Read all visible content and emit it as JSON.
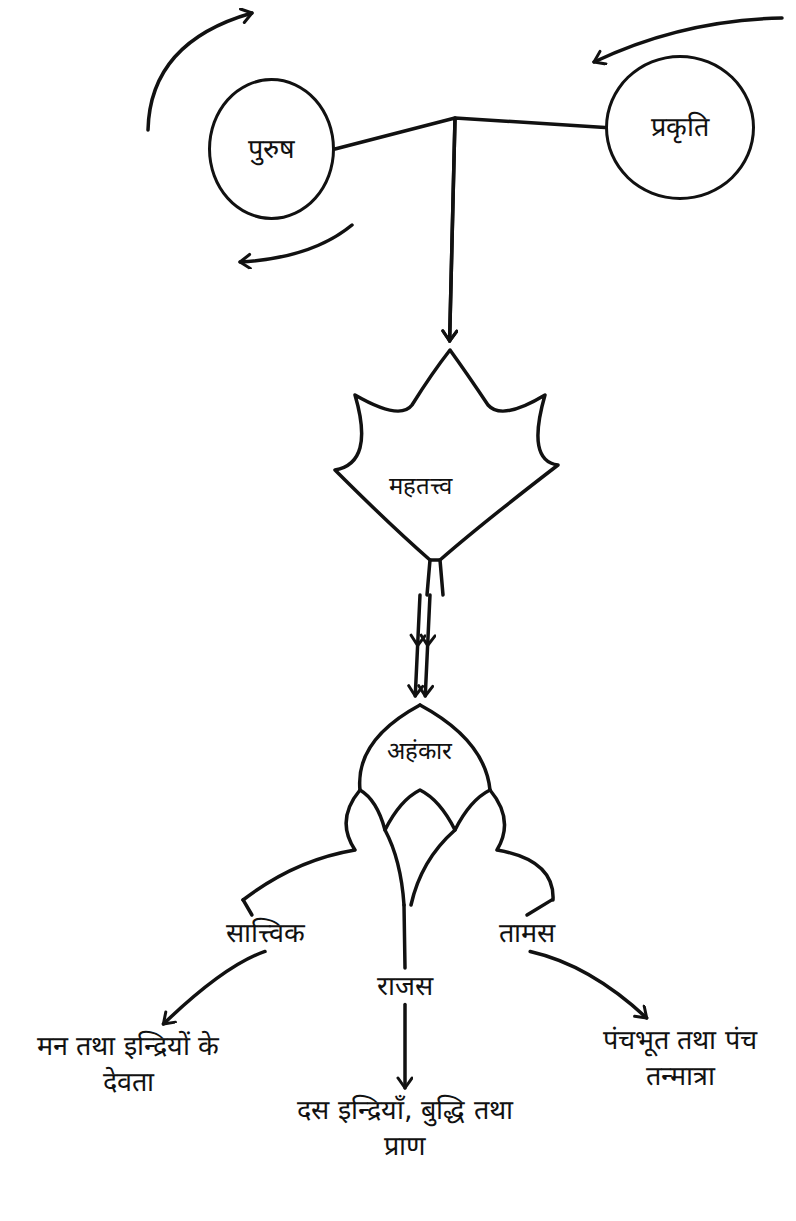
{
  "diagram": {
    "nodes": [
      {
        "text": [
          "पुरुष"
        ]
      },
      {
        "text": [
          "प्रकृति"
        ]
      },
      {
        "text": [
          "महतत्त्व"
        ]
      },
      {
        "text": [
          "अहंकार"
        ]
      },
      {
        "text": [
          "सात्त्विक"
        ]
      },
      {
        "text": [
          "राजस"
        ]
      },
      {
        "text": [
          "तामस"
        ]
      },
      {
        "text": [
          "मन तथा इन्द्रियों के देवता"
        ]
      },
      {
        "text": [
          "दस इन्द्रियाँ, बुद्धि तथा प्राण"
        ]
      },
      {
        "text": [
          "पंचभूत तथा पंच तन्मात्रा"
        ]
      }
    ],
    "edges": [
      {
        "from": 0,
        "to": 2,
        "arrow": "to"
      },
      {
        "from": 1,
        "to": 2,
        "arrow": "to"
      },
      {
        "from": 2,
        "to": 3,
        "arrow": "to"
      },
      {
        "from": 3,
        "to": 4,
        "arrow": "none"
      },
      {
        "from": 3,
        "to": 5,
        "arrow": "none"
      },
      {
        "from": 3,
        "to": 6,
        "arrow": "none"
      },
      {
        "from": 4,
        "to": 7,
        "arrow": "to"
      },
      {
        "from": 5,
        "to": 8,
        "arrow": "to"
      },
      {
        "from": 6,
        "to": 9,
        "arrow": "to"
      }
    ]
  }
}
